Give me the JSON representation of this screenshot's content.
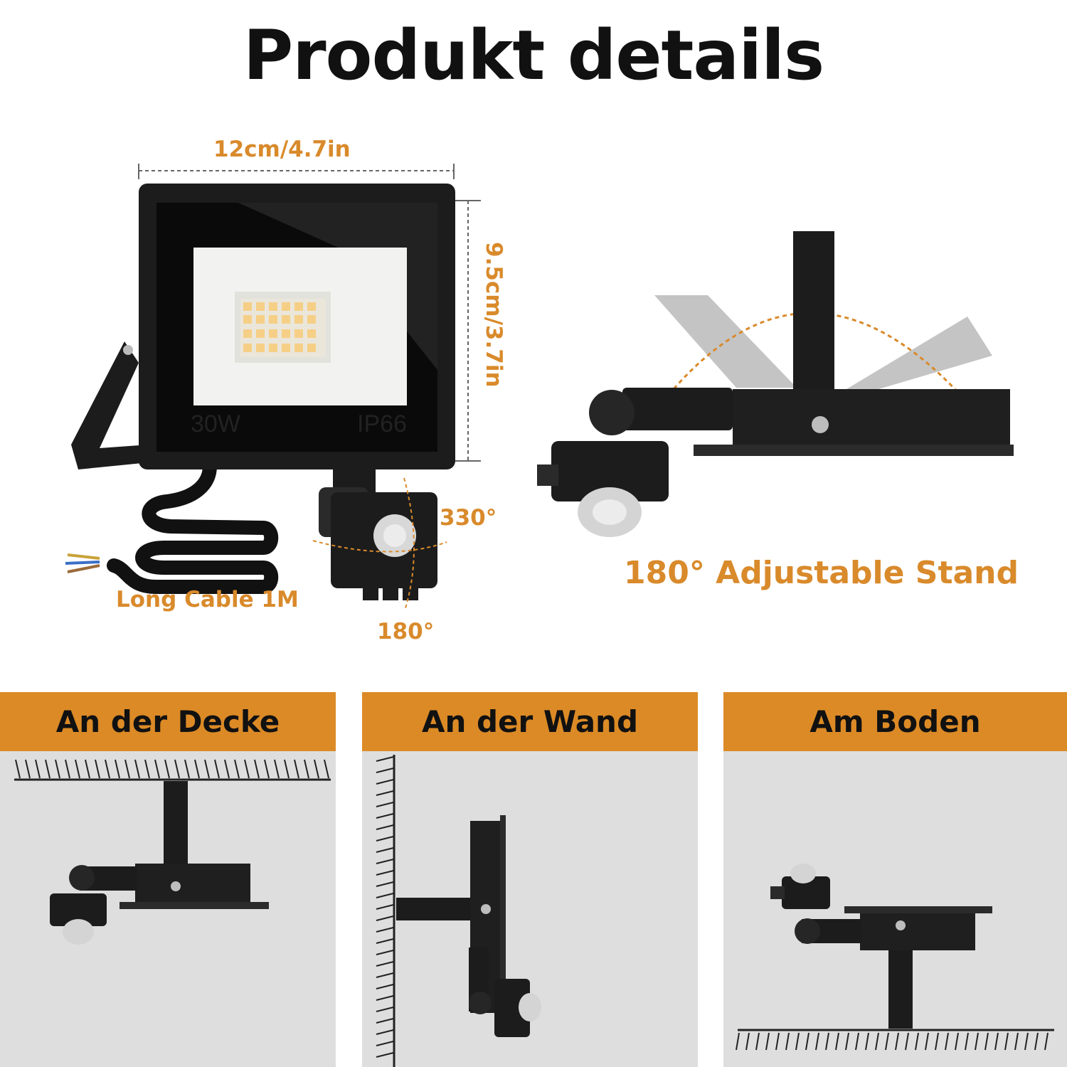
{
  "header": {
    "title": "Produkt details"
  },
  "dimensions": {
    "width": "12cm/4.7in",
    "height": "9.5cm/3.7in"
  },
  "lamp": {
    "power": "30W",
    "protection": "IP66"
  },
  "sensor": {
    "rotation_horizontal": "330°",
    "rotation_vertical": "180°"
  },
  "cable": {
    "label": "Long Cable 1M"
  },
  "stand": {
    "label": "180° Adjustable Stand"
  },
  "mounting": [
    {
      "label": "An der Decke"
    },
    {
      "label": "An der Wand"
    },
    {
      "label": "Am Boden"
    }
  ],
  "colors": {
    "accent": "#d98a2b",
    "panel_header": "#dc8a26",
    "panel_bg": "#dedede",
    "lamp_body": "#1c1c1c"
  }
}
